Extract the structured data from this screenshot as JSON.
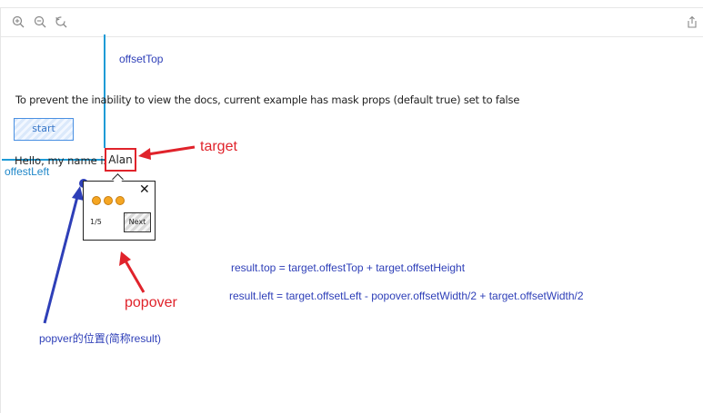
{
  "toolbar": {
    "icons": [
      "zoom-in-icon",
      "zoom-out-icon",
      "reset-icon",
      "share-icon"
    ]
  },
  "demo": {
    "note": "To prevent the inability to view the docs, current example has mask props (default true) set to false",
    "start_label": "start",
    "hello_text": "Hello, my name is",
    "target_text": "Alan"
  },
  "popover": {
    "close_label": "✕",
    "progress": "1/5",
    "next_label": "Next"
  },
  "annotations": {
    "offset_top": "offsetTop",
    "offset_left": "offestLeft",
    "target": "target",
    "popover": "popover",
    "result_position": "popver的位置(简称result)",
    "formula_top": "result.top = target.offestTop + target.offsetHeight",
    "formula_left": "result.left = target.offsetLeft - popover.offsetWidth/2 + target.offsetWidth/2"
  },
  "colors": {
    "blue": "#2e3fb8",
    "red": "#e0232b",
    "cyan": "#1f9bd6"
  }
}
